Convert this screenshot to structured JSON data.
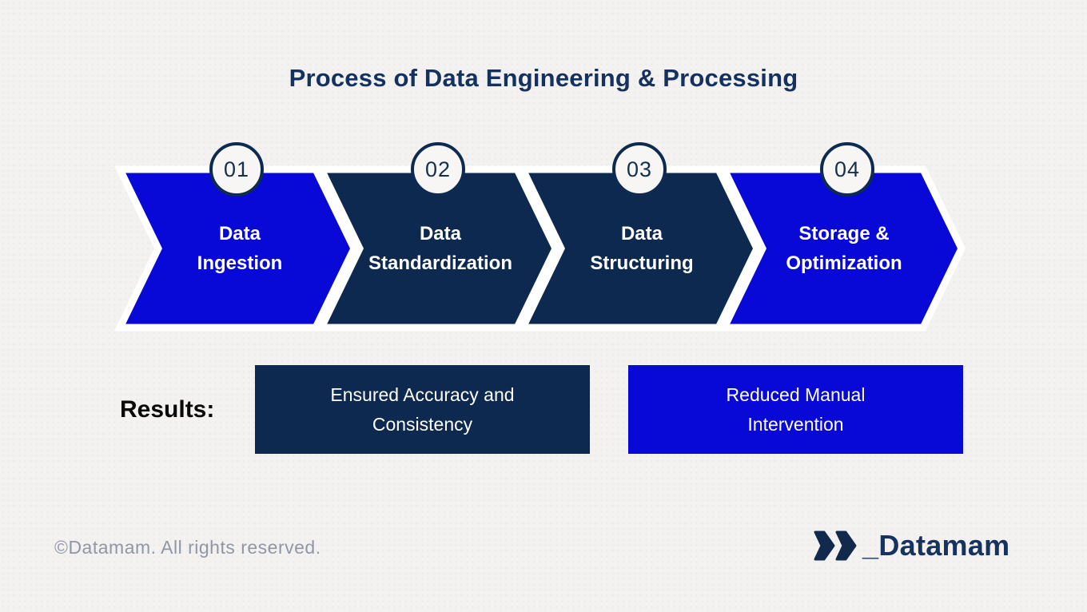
{
  "title": "Process of Data Engineering & Processing",
  "steps": [
    {
      "number": "01",
      "label": "Data\nIngestion",
      "color": "#0808d7"
    },
    {
      "number": "02",
      "label": "Data\nStandardization",
      "color": "#0d2950"
    },
    {
      "number": "03",
      "label": "Data\nStructuring",
      "color": "#0d2950"
    },
    {
      "number": "04",
      "label": "Storage &\nOptimization",
      "color": "#0808d7"
    }
  ],
  "results": {
    "label": "Results:",
    "items": [
      {
        "text": "Ensured Accuracy and\nConsistency",
        "color": "#0d2950"
      },
      {
        "text": "Reduced Manual\nIntervention",
        "color": "#0808d7"
      }
    ]
  },
  "footer": {
    "copyright": "©Datamam. All rights reserved.",
    "brand": "_Datamam"
  },
  "colors": {
    "accent_blue": "#0808d7",
    "navy": "#0d2950",
    "title_navy": "#14315f",
    "logo_navy": "#16335f",
    "footer_gray": "#9096a5",
    "background": "#f3f2f0"
  }
}
